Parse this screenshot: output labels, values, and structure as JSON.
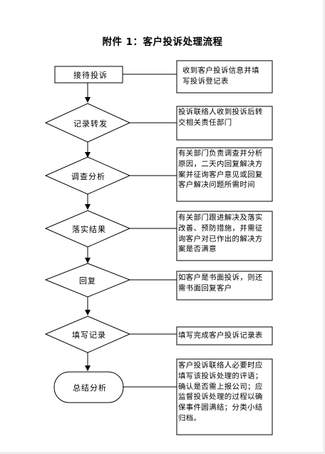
{
  "title": "附件 1：客户投诉处理流程",
  "steps": [
    {
      "label": "接待投诉",
      "note": "收到客户投诉信息并填\n写投诉登记表"
    },
    {
      "label": "记录转发",
      "note": "投诉联络人收到投诉后转\n交相关责任部门"
    },
    {
      "label": "调查分析",
      "note": "有关部门负责调查并分析\n原因，二天内回复解决方\n案并征询客户意见或回复\n客户解决问题所需时间"
    },
    {
      "label": "落实结果",
      "note": "有关部门跟进解决及落实\n改善、预防措施，并需征\n询客户对已作出的解决方\n案是否满意"
    },
    {
      "label": "回复",
      "note": "如客户是书面投诉，则还\n需书面回复客户"
    },
    {
      "label": "填写记录",
      "note": "填写完成客户投诉记录表"
    },
    {
      "label": "总结分析",
      "note": "客户投诉联络人必要时应\n填写该投诉处理的评语；\n确认是否需上报公司；应\n监督投诉处理的过程以确\n保事件圆满结；分类小结\n归档。"
    }
  ]
}
